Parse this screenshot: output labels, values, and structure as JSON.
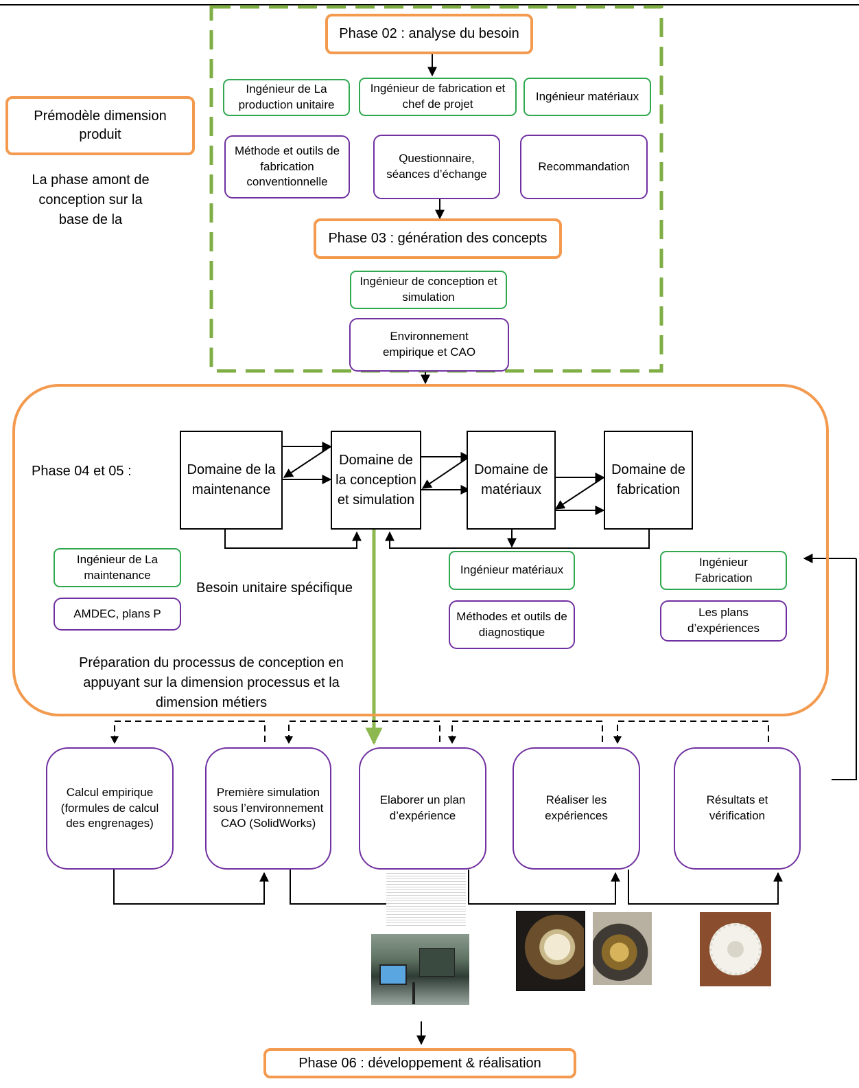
{
  "phase02": "Phase 02 : analyse du besoin",
  "phase03": "Phase 03 : génération des concepts",
  "phase06": "Phase 06 : développement & réalisation",
  "premodele": "Prémodèle dimension produit",
  "phase_amont": "La phase amont de conception sur la base de la",
  "phase0405": "Phase 04 et 05 :",
  "besoin_unitaire": "Besoin unitaire spécifique",
  "preparation": "Préparation du processus de conception en appuyant sur la dimension processus et la dimension métiers",
  "actors_top": {
    "ing_prod": "Ingénieur de La production unitaire",
    "ing_fab_chef": "Ingénieur de fabrication et chef de projet",
    "ing_mat": "Ingénieur matériaux",
    "ing_conception": "Ingénieur de conception et simulation"
  },
  "tools_top": {
    "methode_outils": "Méthode et outils de fabrication conventionnelle",
    "questionnaire": "Questionnaire, séances d’échange",
    "recommandation": "Recommandation",
    "environnement": "Environnement empirique et CAO"
  },
  "domains": {
    "maintenance": "Domaine de la maintenance",
    "conception": "Domaine de la conception et simulation",
    "materiaux": "Domaine de matériaux",
    "fabrication": "Domaine de fabrication"
  },
  "actors_mid": {
    "ing_maint": "Ingénieur de La maintenance",
    "ing_mat": "Ingénieur matériaux",
    "ing_fab": "Ingénieur Fabrication"
  },
  "tools_mid": {
    "amdec": "AMDEC, plans P",
    "methodes_diag": "Méthodes et outils de diagnostique",
    "plans_exp": "Les plans d’expériences"
  },
  "steps": {
    "calcul": "Calcul empirique (formules de calcul des engrenages)",
    "simulation": "Première simulation sous l’environnement CAO (SolidWorks)",
    "plan": "Elaborer un plan d’expérience",
    "realiser": "Réaliser les expériences",
    "resultats": "Résultats et vérification"
  },
  "colors": {
    "orange": "#f39a4f",
    "green_box": "#2fa84f",
    "green_dashed": "#7fae45",
    "green_arrow": "#8cb84f",
    "purple": "#7030a0"
  },
  "icons": [
    "spreadsheet-image",
    "lab-photo-image",
    "machining-photo-image",
    "gear-closeup-photo-image",
    "white-gear-photo-image"
  ]
}
